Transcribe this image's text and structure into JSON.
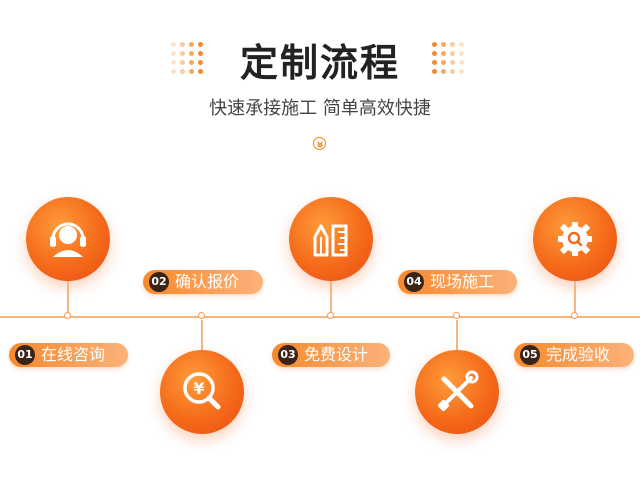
{
  "header": {
    "title": "定制流程",
    "subtitle": "快速承接施工 简单高效快捷",
    "divider_icon": "chevron-down-circle-icon"
  },
  "colors": {
    "accent": "#f46a1a",
    "accent_light": "#fbb27a",
    "number_badge": "#3a2418",
    "line": "#f6b57f"
  },
  "steps": [
    {
      "num": "01",
      "label": "在线咨询",
      "icon": "headset-icon"
    },
    {
      "num": "02",
      "label": "确认报价",
      "icon": "yen-search-icon"
    },
    {
      "num": "03",
      "label": "免费设计",
      "icon": "ruler-pencil-icon"
    },
    {
      "num": "04",
      "label": "现场施工",
      "icon": "tools-icon"
    },
    {
      "num": "05",
      "label": "完成验收",
      "icon": "gear-check-icon"
    }
  ]
}
